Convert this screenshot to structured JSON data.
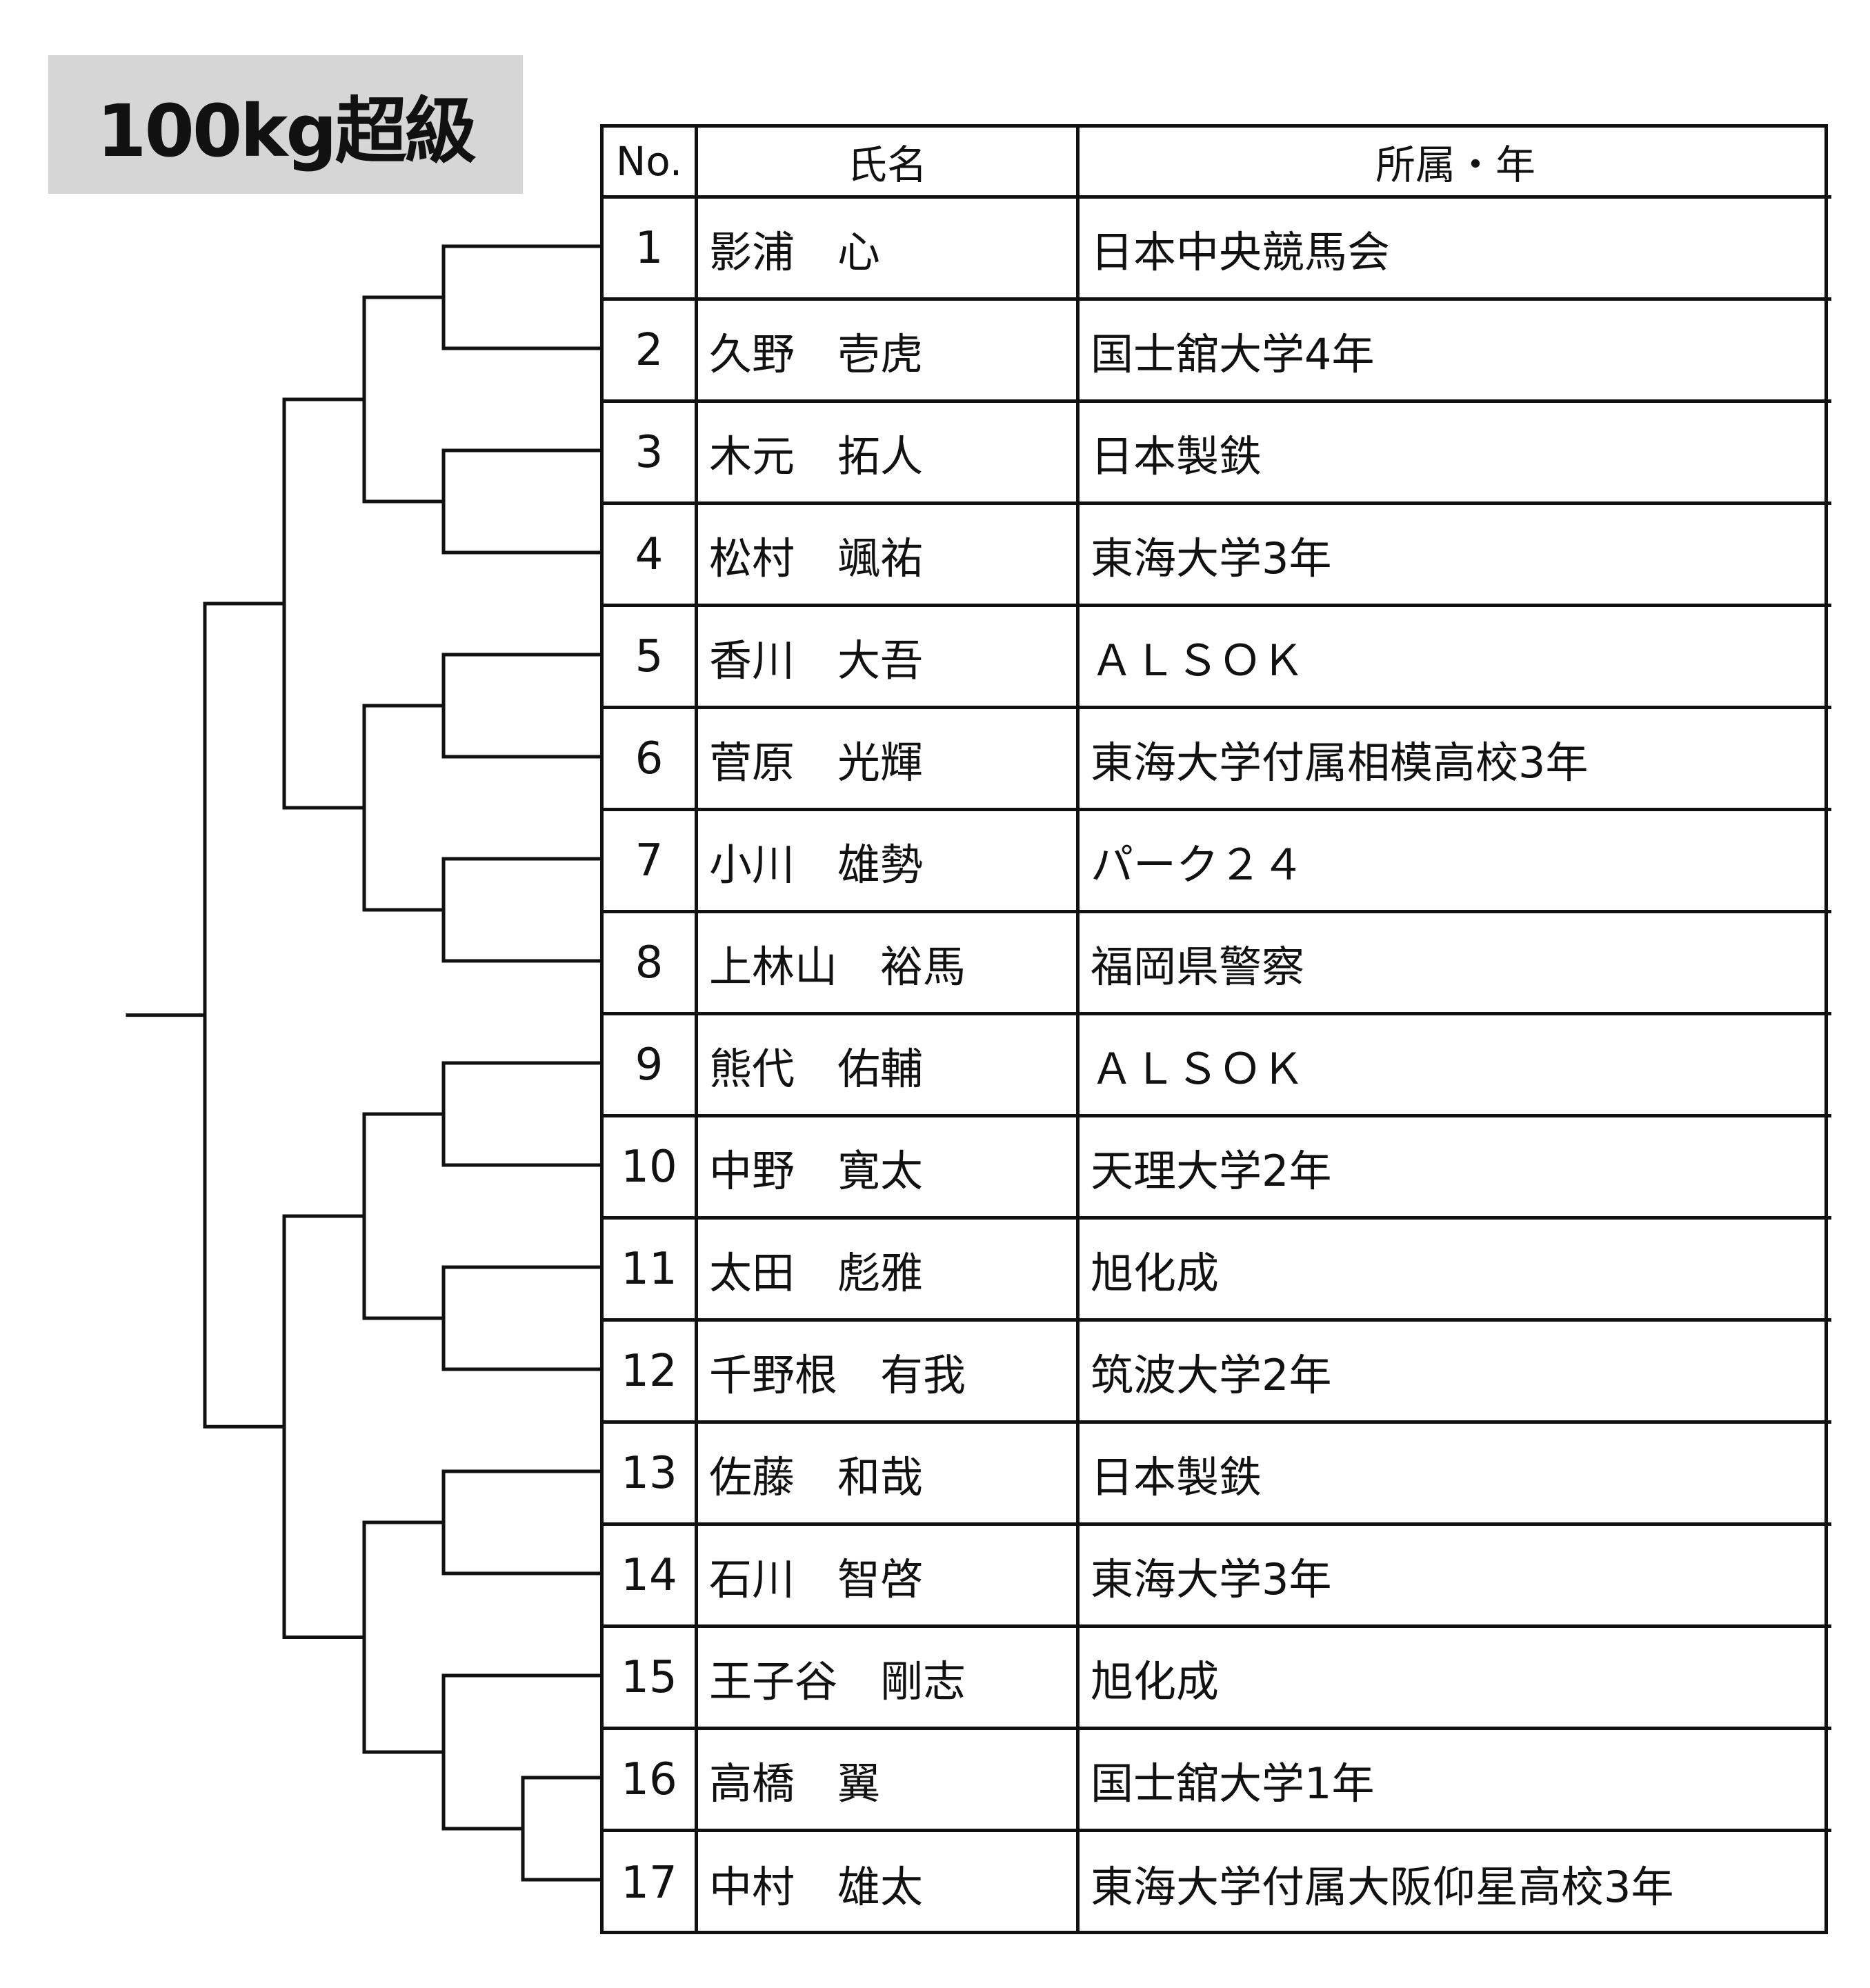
{
  "title": "100kg超級",
  "table": {
    "headers": {
      "no": "No.",
      "name": "氏名",
      "affiliation": "所属・年"
    },
    "rows": [
      {
        "no": "1",
        "name": "影浦　心",
        "affiliation": "日本中央競馬会"
      },
      {
        "no": "2",
        "name": "久野　壱虎",
        "affiliation": "国士舘大学4年"
      },
      {
        "no": "3",
        "name": "木元　拓人",
        "affiliation": "日本製鉄"
      },
      {
        "no": "4",
        "name": "松村　颯祐",
        "affiliation": "東海大学3年"
      },
      {
        "no": "5",
        "name": "香川　大吾",
        "affiliation": "ＡＬＳＯＫ"
      },
      {
        "no": "6",
        "name": "菅原　光輝",
        "affiliation": "東海大学付属相模高校3年"
      },
      {
        "no": "7",
        "name": "小川　雄勢",
        "affiliation": "パーク２４"
      },
      {
        "no": "8",
        "name": "上林山　裕馬",
        "affiliation": "福岡県警察"
      },
      {
        "no": "9",
        "name": "熊代　佑輔",
        "affiliation": "ＡＬＳＯＫ"
      },
      {
        "no": "10",
        "name": "中野　寛太",
        "affiliation": "天理大学2年"
      },
      {
        "no": "11",
        "name": "太田　彪雅",
        "affiliation": "旭化成"
      },
      {
        "no": "12",
        "name": "千野根　有我",
        "affiliation": "筑波大学2年"
      },
      {
        "no": "13",
        "name": "佐藤　和哉",
        "affiliation": "日本製鉄"
      },
      {
        "no": "14",
        "name": "石川　智啓",
        "affiliation": "東海大学3年"
      },
      {
        "no": "15",
        "name": "王子谷　剛志",
        "affiliation": "旭化成"
      },
      {
        "no": "16",
        "name": "高橋　翼",
        "affiliation": "国士舘大学1年"
      },
      {
        "no": "17",
        "name": "中村　雄太",
        "affiliation": "東海大学付属大阪仰星高校3年"
      }
    ]
  },
  "colors": {
    "line": "#111111",
    "title_bg": "#d6d6d6"
  }
}
